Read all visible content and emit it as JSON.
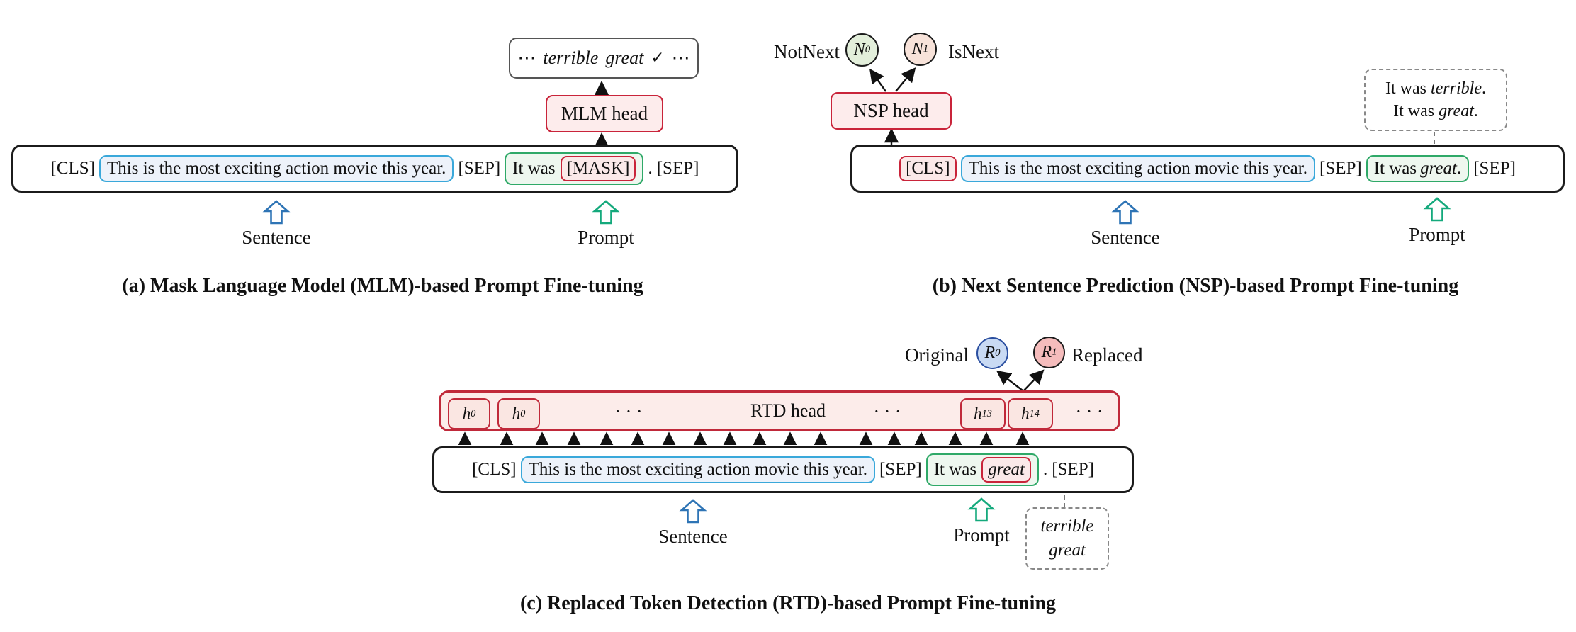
{
  "panel_a": {
    "caption": "(a) Mask Language Model (MLM)-based Prompt Fine-tuning",
    "verbalizer": {
      "dots_left": "⋯",
      "word1": "terrible",
      "word2": "great",
      "check": "✓",
      "dots_right": "⋯"
    },
    "head": "MLM head",
    "tokens": {
      "cls": "[CLS]",
      "sentence": "This is the most exciting action movie this year.",
      "sep1": "[SEP]",
      "prompt_prefix": "It was",
      "mask": "[MASK]",
      "period": ".",
      "sep2": "[SEP]"
    },
    "sentence_label": "Sentence",
    "prompt_label": "Prompt"
  },
  "panel_b": {
    "caption": "(b) Next Sentence Prediction (NSP)-based Prompt Fine-tuning",
    "notnext_label": "NotNext",
    "isnext_label": "IsNext",
    "n0": {
      "base": "N",
      "sub": "0"
    },
    "n1": {
      "base": "N",
      "sub": "1"
    },
    "head": "NSP head",
    "candidates": {
      "line1_prefix": "It was",
      "line1_word": "terrible",
      "line1_period": ".",
      "line2_prefix": "It was",
      "line2_word": "great",
      "line2_period": "."
    },
    "tokens": {
      "cls": "[CLS]",
      "sentence": "This is the most exciting action movie this year.",
      "sep1": "[SEP]",
      "prompt_prefix": "It was",
      "prompt_word": "great",
      "prompt_period": ".",
      "sep2": "[SEP]"
    },
    "sentence_label": "Sentence",
    "prompt_label": "Prompt"
  },
  "panel_c": {
    "caption": "(c)  Replaced Token Detection (RTD)-based Prompt Fine-tuning",
    "original_label": "Original",
    "replaced_label": "Replaced",
    "r0": {
      "base": "R",
      "sub": "0"
    },
    "r1": {
      "base": "R",
      "sub": "1"
    },
    "head": "RTD head",
    "h_boxes": [
      {
        "base": "h",
        "sub": "0"
      },
      {
        "base": "h",
        "sub": "0"
      },
      {
        "base": "h",
        "sub": "13"
      },
      {
        "base": "h",
        "sub": "14"
      }
    ],
    "dots1": "· · ·",
    "dots2": "· · ·",
    "dots3": "· · ·",
    "tokens": {
      "cls": "[CLS]",
      "sentence": "This is the most exciting action movie this year.",
      "sep1": "[SEP]",
      "prompt_prefix": "It was",
      "replaced_word": "great",
      "period": ".",
      "sep2": "[SEP]"
    },
    "candidates": {
      "word1": "terrible",
      "word2": "great"
    },
    "sentence_label": "Sentence",
    "prompt_label": "Prompt"
  },
  "colors": {
    "red_border": "#c9243a",
    "blue_border": "#3aa8da",
    "green_border": "#2fa968",
    "head_fill": "#fdecec",
    "blue_fill": "#edf2fa",
    "green_fill": "#eef7ef",
    "pink_fill": "#fbe9e9",
    "n0_fill": "#e3efdb",
    "n1_fill": "#f8e3da",
    "r0_fill": "#c9daf3",
    "r1_fill": "#f5bcbc",
    "arrow_blue": "#2e74b5",
    "arrow_green": "#14a97c"
  }
}
